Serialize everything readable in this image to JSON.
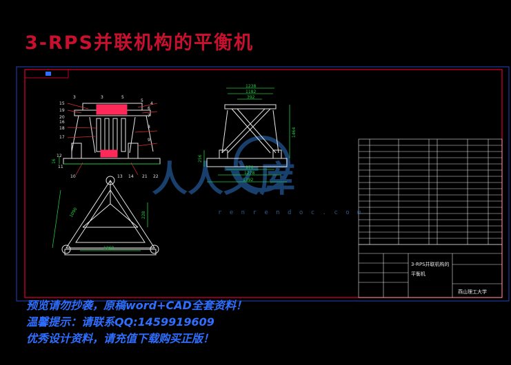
{
  "title": "3-RPS并联机构的平衡机",
  "watermark": {
    "logo_text": "人人文库",
    "site": "r e n r e n d o c . c o m"
  },
  "drawing": {
    "front_view": {
      "balloons": [
        "15",
        "3",
        "3",
        "19",
        "20",
        "16",
        "18",
        "17",
        "12",
        "11",
        "10",
        "5",
        "5",
        "4",
        "6",
        "7",
        "8",
        "9",
        "13",
        "14",
        "21",
        "22"
      ],
      "dim_height": "16"
    },
    "side_view": {
      "dim_top1": "1238",
      "dim_top2": "1182",
      "dim_top3": "392",
      "dim_height": "1464",
      "dim_base_height": "256",
      "dim_bottom1": "970",
      "dim_bottom2": "1278",
      "dim_bottom3": "1392"
    },
    "top_view": {
      "dim_side": "1090",
      "dim_height": "228",
      "dim_bottom": "1260"
    },
    "title_block": {
      "drawing_name_line1": "3-RPS并联机构的",
      "drawing_name_line2": "平衡机",
      "university": "燕山理工大学"
    }
  },
  "notices": {
    "line1": "预览请勿抄袭，原稿word+CAD全套资料！",
    "line2": "温馨提示：请联系QQ:1459919609",
    "line3": "优秀设计资料，请充值下载购买正版！"
  },
  "colors": {
    "title": "#c8102e",
    "notice": "#2f6fff",
    "border": "#c0002a",
    "outer_frame": "#1a3aa0",
    "geometry": "#e8e8e8",
    "dimension": "#20c840",
    "leader": "#e03030",
    "highlight": "#ff2a5a",
    "watermark": "#1e4a80"
  }
}
